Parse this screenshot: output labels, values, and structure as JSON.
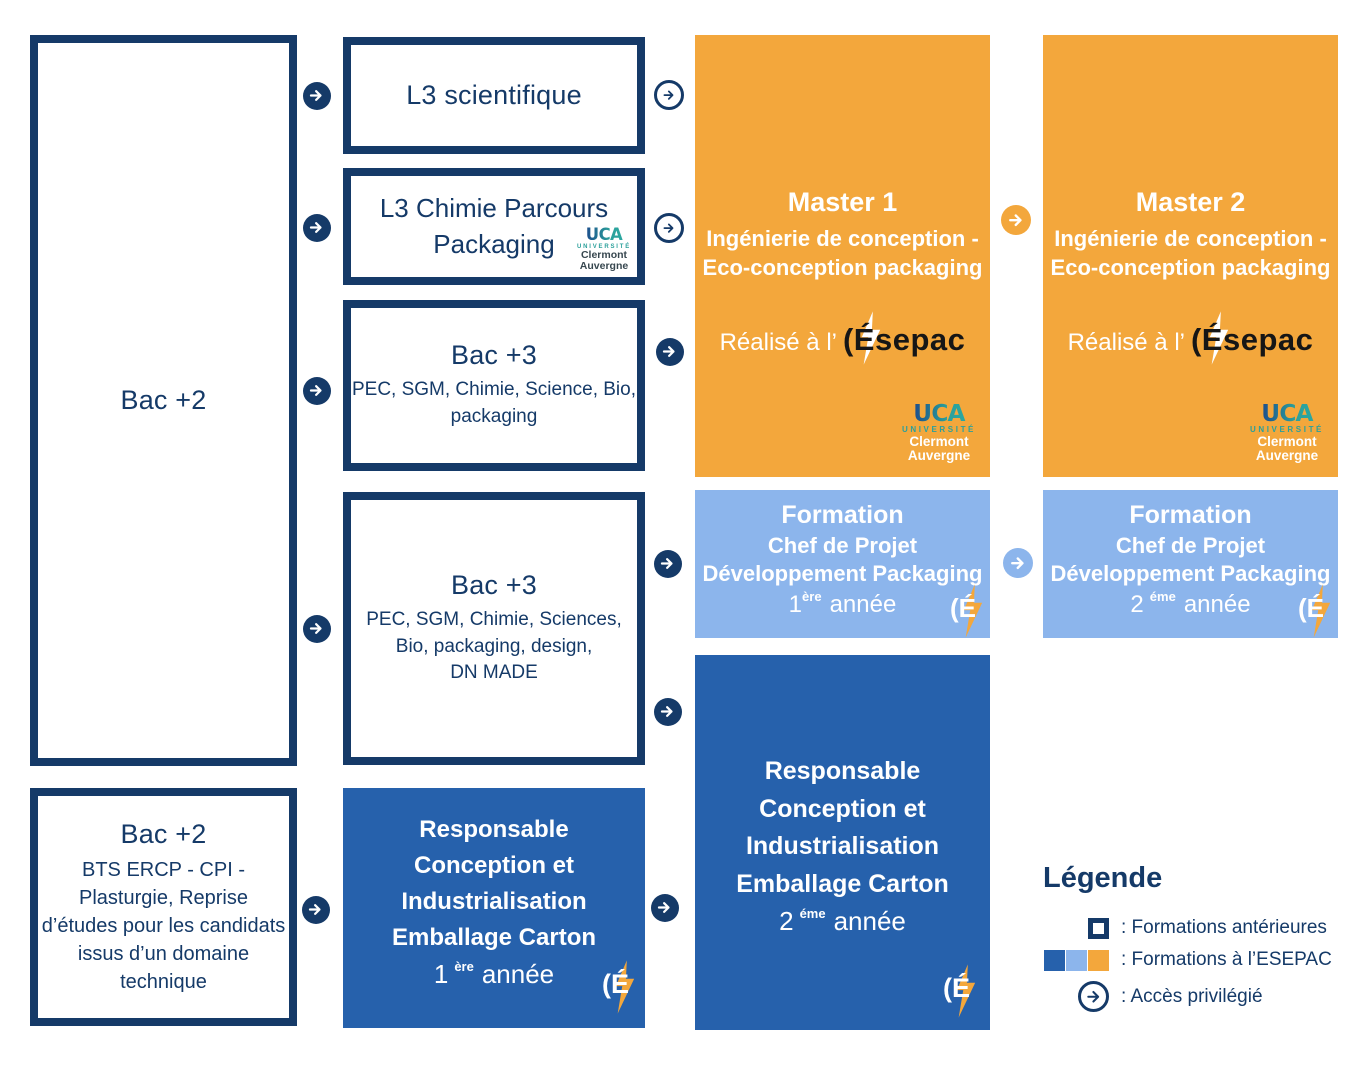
{
  "palette": {
    "navy": "#153A68",
    "esepac_dark_blue": "#2661AC",
    "esepac_light_blue": "#8CB5EC",
    "esepac_orange": "#F3A73C",
    "uca_teal": "#2BA09B",
    "uca_blue": "#1C4C8C"
  },
  "icons": {
    "privileged_access": "circle-arrow-right-icon",
    "esepac_bolt": "lightning-bolt-icon"
  },
  "boxes": {
    "bac2_top": {
      "title": "Bac +2"
    },
    "bac2_bottom": {
      "title": "Bac +2",
      "lines": [
        "BTS ERCP - CPI -",
        "Plasturgie, Reprise",
        "d’études pour les candidats",
        "issus d’un domaine",
        "technique"
      ]
    },
    "l3_sci": {
      "title": "L3 scientifique"
    },
    "l3_chimie": {
      "line1": "L3 Chimie Parcours",
      "line2": "Packaging"
    },
    "bac3_a": {
      "title": "Bac +3",
      "lines": [
        "PEC, SGM, Chimie, Science, Bio,",
        "packaging"
      ]
    },
    "bac3_b": {
      "title": "Bac +3",
      "lines": [
        "PEC, SGM, Chimie, Sciences,",
        "Bio, packaging, design,",
        "DN MADE"
      ]
    },
    "rcic1": {
      "lines": [
        "Responsable",
        "Conception et",
        "Industrialisation",
        "Emballage Carton"
      ],
      "year_num": "1",
      "year_sup": "ère",
      "year_word": "année"
    },
    "rcic2": {
      "lines": [
        "Responsable",
        "Conception et",
        "Industrialisation",
        "Emballage Carton"
      ],
      "year_num": "2",
      "year_sup": "éme",
      "year_word": "année"
    },
    "master1": {
      "title": "Master 1",
      "sub1": "Ingénierie de conception -",
      "sub2": "Eco-conception packaging",
      "realise": "Réalisé à l’"
    },
    "master2": {
      "title": "Master 2",
      "sub1": "Ingénierie de conception -",
      "sub2": "Eco-conception packaging",
      "realise": "Réalisé à l’"
    },
    "cpdp1": {
      "line1": "Formation",
      "line2": "Chef de Projet",
      "line3": "Développement Packaging",
      "year_num": "1",
      "year_sup": "ère",
      "year_word": "année"
    },
    "cpdp2": {
      "line1": "Formation",
      "line2": "Chef de Projet",
      "line3": "Développement Packaging",
      "year_num": "2",
      "year_sup": "éme",
      "year_word": "année"
    }
  },
  "logos": {
    "esepac_full": "(Ésepac",
    "esepac_short": "(É",
    "uca": {
      "mark": "UCA",
      "universite": "UNIVERSITÉ",
      "city1": "Clermont",
      "city2": "Auvergne"
    }
  },
  "legend": {
    "title": "Légende",
    "items": [
      {
        "label": ": Formations antérieures"
      },
      {
        "label": ": Formations à l’ESEPAC"
      },
      {
        "label": ": Accès privilégié"
      }
    ]
  }
}
